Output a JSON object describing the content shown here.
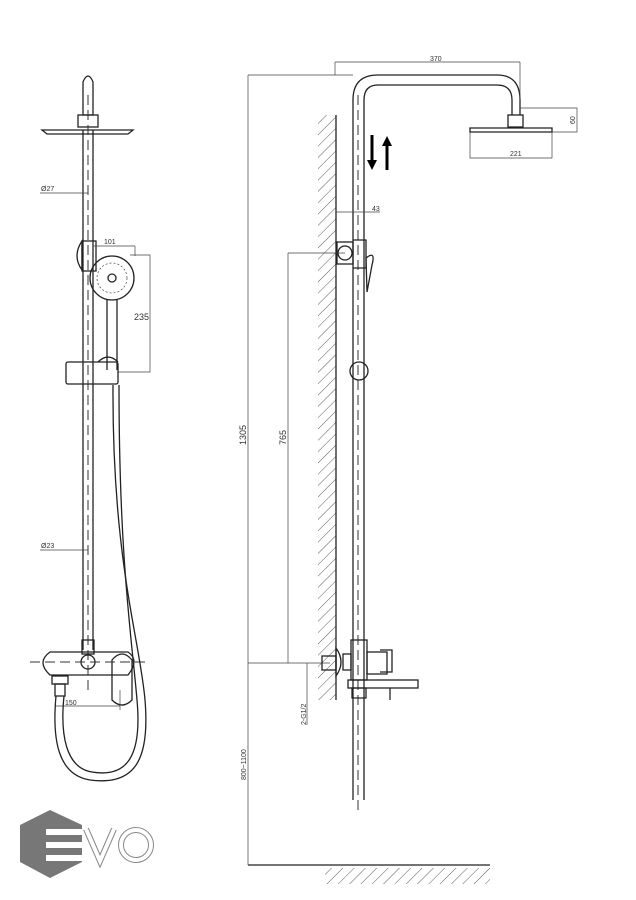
{
  "title": "Shower column dimension drawing",
  "front_view": {
    "rod_diameter_top": "Ø27",
    "hand_shower_width": "101",
    "hand_shower_length": "235",
    "rod_diameter_bottom": "Ø23",
    "mixer_width": "150"
  },
  "side_view": {
    "arm_reach": "370",
    "head_diameter": "221",
    "head_height": "60",
    "wall_offset": "43",
    "total_height": "1305",
    "mixer_to_holder": "765",
    "connection": "2-G1/2",
    "mixer_height": "800~1100"
  },
  "logo": {
    "text": "EVO",
    "color": "#777777"
  }
}
